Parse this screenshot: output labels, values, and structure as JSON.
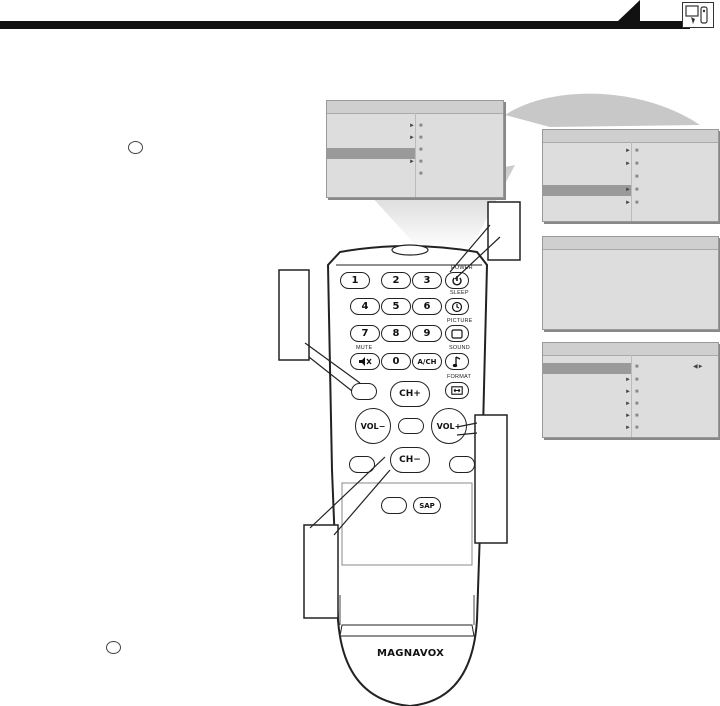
{
  "header": {
    "corner_icon": "tv-remote-icon"
  },
  "remote": {
    "keys": {
      "k1": "1",
      "k2": "2",
      "k3": "3",
      "k4": "4",
      "k5": "5",
      "k6": "6",
      "k7": "7",
      "k8": "8",
      "k9": "9",
      "k0": "0",
      "ach": "A/CH",
      "ch_up": "CH+",
      "ch_down": "CH−",
      "vol_down": "VOL−",
      "vol_up": "VOL+",
      "sap": "SAP"
    },
    "labels": {
      "power": "POWER",
      "sleep": "SLEEP",
      "picture": "PICTURE",
      "sound": "SOUND",
      "mute": "MUTE",
      "format": "FORMAT"
    },
    "brand": "MAGNAVOX"
  }
}
